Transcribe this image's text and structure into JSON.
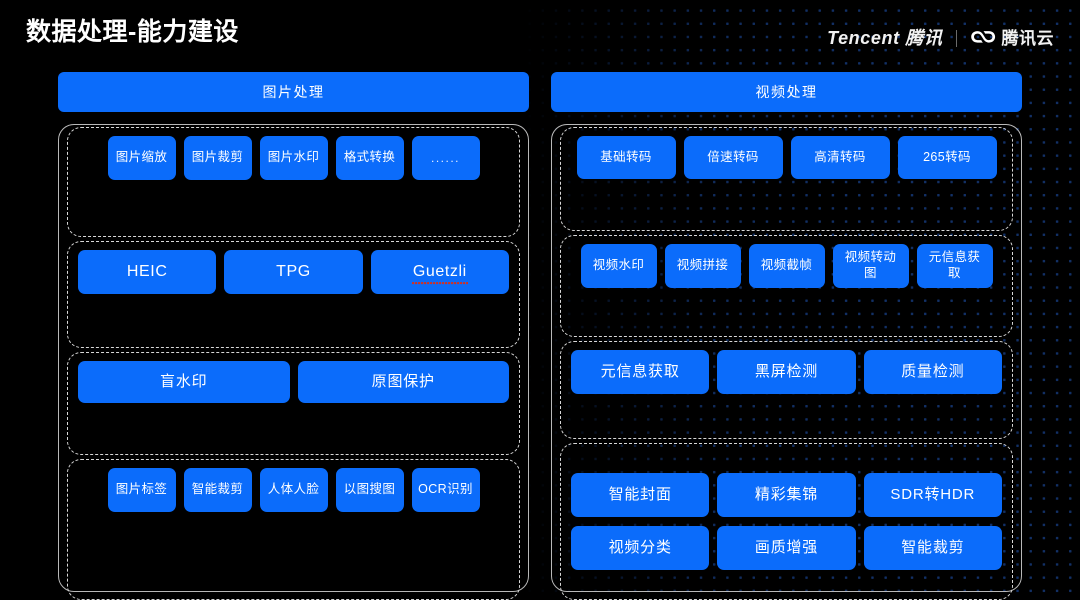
{
  "header": {
    "title": "数据处理-能力建设",
    "brand_tencent": "Tencent 腾讯",
    "brand_cloud": "腾讯云",
    "cloud_icon": "tencent-cloud-logo-icon"
  },
  "theme": {
    "background": "#000000",
    "tile_blue": "#0b6cfb",
    "banner_blue": "#0b6cfb",
    "frame_border": "#b9b9b9",
    "group_border": "#d8d8d8",
    "text_on_blue": "#ffffff",
    "dot_pattern": "#123066",
    "spellcheck_underline": "#c8332c"
  },
  "columns": [
    {
      "id": "image-processing",
      "banner": "图片处理",
      "groups": [
        {
          "id": "image-basic-ops",
          "rows": [
            {
              "tiles": [
                {
                  "label": "图片缩放"
                },
                {
                  "label": "图片裁剪"
                },
                {
                  "label": "图片水印"
                },
                {
                  "label": "格式转换"
                },
                {
                  "label": "......",
                  "style": "dots"
                }
              ]
            }
          ]
        },
        {
          "id": "image-formats",
          "rows": [
            {
              "tiles": [
                {
                  "label": "HEIC",
                  "style": "latin"
                },
                {
                  "label": "TPG",
                  "style": "latin"
                },
                {
                  "label": "Guetzli",
                  "style": "latin",
                  "spellcheck": true
                }
              ]
            }
          ]
        },
        {
          "id": "image-protection",
          "rows": [
            {
              "tiles": [
                {
                  "label": "盲水印",
                  "style": "wide"
                },
                {
                  "label": "原图保护",
                  "style": "wide"
                }
              ]
            }
          ]
        },
        {
          "id": "image-ai",
          "rows": [
            {
              "tiles": [
                {
                  "label": "图片标签"
                },
                {
                  "label": "智能裁剪"
                },
                {
                  "label": "人体人脸"
                },
                {
                  "label": "以图搜图"
                },
                {
                  "label": "OCR识别"
                }
              ]
            }
          ]
        }
      ]
    },
    {
      "id": "video-processing",
      "banner": "视频处理",
      "groups": [
        {
          "id": "video-transcode",
          "rows": [
            {
              "tiles": [
                {
                  "label": "基础转码"
                },
                {
                  "label": "倍速转码"
                },
                {
                  "label": "高清转码"
                },
                {
                  "label": "265转码"
                }
              ]
            }
          ]
        },
        {
          "id": "video-editing",
          "rows": [
            {
              "tiles": [
                {
                  "label": "视频水印"
                },
                {
                  "label": "视频拼接"
                },
                {
                  "label": "视频截帧"
                },
                {
                  "label": "视频转动图"
                },
                {
                  "label": "元信息获取"
                }
              ]
            }
          ]
        },
        {
          "id": "video-inspection",
          "rows": [
            {
              "tiles": [
                {
                  "label": "元信息获取",
                  "style": "wide"
                },
                {
                  "label": "黑屏检测",
                  "style": "wide"
                },
                {
                  "label": "质量检测",
                  "style": "wide"
                }
              ]
            }
          ]
        },
        {
          "id": "video-ai",
          "rows": [
            {
              "tiles": [
                {
                  "label": "智能封面",
                  "style": "wide"
                },
                {
                  "label": "精彩集锦",
                  "style": "wide"
                },
                {
                  "label": "SDR转HDR",
                  "style": "wide"
                }
              ]
            },
            {
              "tiles": [
                {
                  "label": "视频分类",
                  "style": "wide"
                },
                {
                  "label": "画质增强",
                  "style": "wide"
                },
                {
                  "label": "智能裁剪",
                  "style": "wide"
                }
              ]
            }
          ]
        }
      ]
    }
  ]
}
